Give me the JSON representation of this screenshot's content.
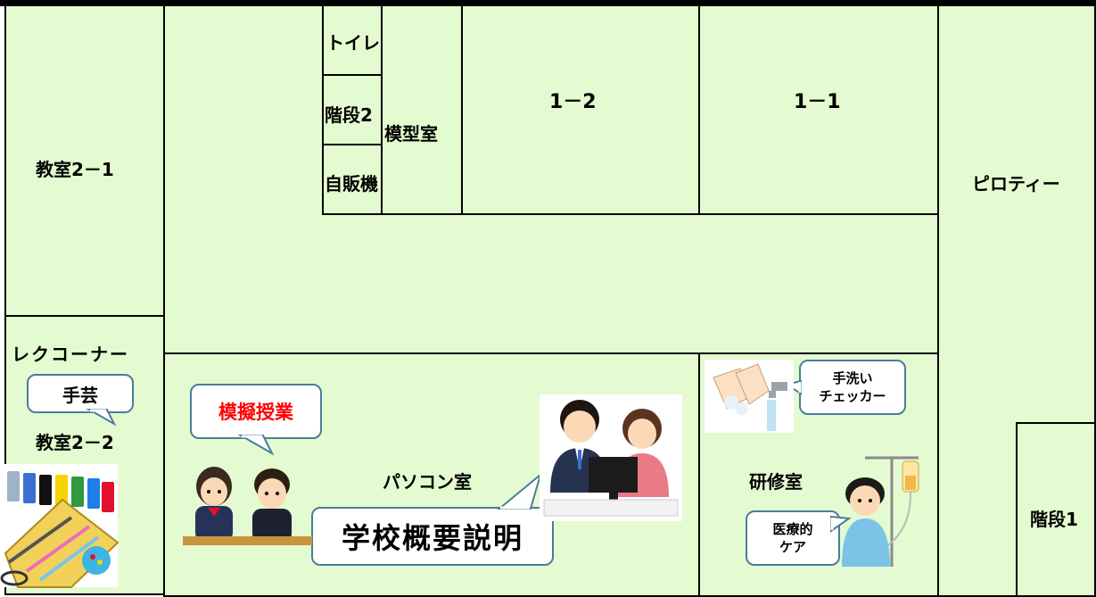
{
  "rooms": {
    "classroom_2_1": "教室2－1",
    "toilet": "トイレ",
    "stairs_2": "階段2",
    "vending": "自販機",
    "model_room": "模型室",
    "room_1_2": "1－2",
    "room_1_1": "1－1",
    "piloti": "ピロティー",
    "rec_corner": "レクコーナー",
    "classroom_2_2": "教室2－2",
    "pc_room": "パソコン室",
    "training_room": "研修室",
    "stairs_1": "階段1"
  },
  "bubbles": {
    "handicraft": "手芸",
    "mock_lesson": "模擬授業",
    "school_overview": "学校概要説明",
    "handwash_line1": "手洗い",
    "handwash_line2": "チェッカー",
    "medical_line1": "医療的",
    "medical_line2": "ケア"
  },
  "colors": {
    "room_fill": "#e4fad0",
    "bubble_border": "#4a7d9b",
    "mock_lesson_text": "#ff0000"
  },
  "icons": [
    "sewing-kit-icon",
    "students-icon",
    "teachers-at-computer-icon",
    "handwashing-icon",
    "patient-iv-drip-icon"
  ]
}
